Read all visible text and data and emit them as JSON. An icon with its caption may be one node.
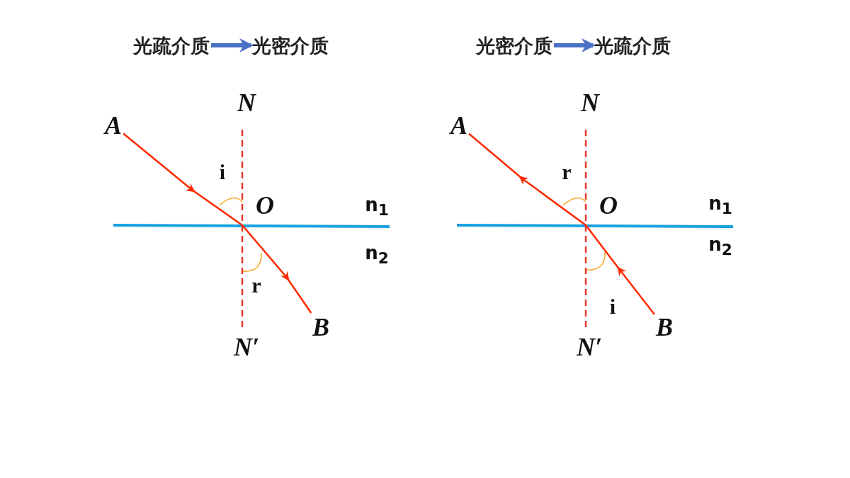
{
  "diagram": {
    "nodes": [
      {
        "text": [
          "光疏介质"
        ]
      },
      {
        "text": [
          "光密介质"
        ]
      },
      {
        "text": [
          "N"
        ]
      },
      {
        "text": [
          "A"
        ]
      },
      {
        "text": [
          "B"
        ]
      },
      {
        "text": [
          "N′"
        ]
      },
      {
        "text": [
          "光密介质"
        ]
      },
      {
        "text": [
          "光疏介质"
        ]
      },
      {
        "text": [
          "N"
        ]
      },
      {
        "text": [
          "A"
        ]
      },
      {
        "text": [
          "B"
        ]
      },
      {
        "text": [
          "N′"
        ]
      }
    ],
    "edges": [
      {
        "from": 0,
        "to": 1,
        "arrow": "to",
        "style": "thick",
        "color": "#4a72c4"
      },
      {
        "from": 2,
        "to": 5,
        "arrow": "none",
        "style": "dashed",
        "color": "#e5392b"
      },
      {
        "from": 3,
        "to": 4,
        "arrow": "to",
        "color": "#ff2a00"
      },
      {
        "from": 6,
        "to": 7,
        "arrow": "to",
        "style": "thick",
        "color": "#4a72c4"
      },
      {
        "from": 8,
        "to": 11,
        "arrow": "none",
        "style": "dashed",
        "color": "#e5392b"
      },
      {
        "from": 10,
        "to": 9,
        "arrow": "to",
        "color": "#ff2a00"
      }
    ],
    "labels": [
      "i",
      "O",
      "n$_{1}$",
      "n$_{2}$",
      "r",
      "r",
      "O",
      "n$_{1}$",
      "n$_{2}$",
      "i"
    ]
  }
}
